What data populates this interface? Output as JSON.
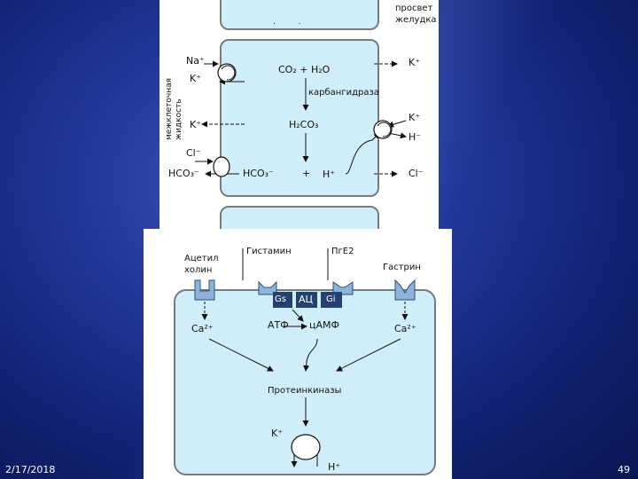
{
  "slide": {
    "date": "2/17/2018",
    "page_number": "49"
  },
  "top": {
    "lumen_line1": "просвет",
    "lumen_line2": "желудка",
    "interstitial_line1": "межклеточная",
    "interstitial_line2": "жидкость",
    "na_left": "Na⁺",
    "k_left_1": "K⁺",
    "k_left_2": "K⁺",
    "cl_left": "Cl⁻",
    "hco3_left": "HCO₃⁻",
    "co2_h2o": "CO₂ + H₂O",
    "carbonic_anhydrase": "карбангидраза",
    "h2co3": "H₂CO₃",
    "hco3_center": "HCO₃⁻",
    "plus": "+",
    "h_center": "H⁺",
    "k_right_1": "K⁺",
    "k_right_2": "K⁺",
    "h_right": "H⁻",
    "cl_right": "Cl⁻"
  },
  "bottom": {
    "acetylcholine_line1": "Ацетил",
    "acetylcholine_line2": "холин",
    "histamine": "Гистамин",
    "pge2": "ПгЕ2",
    "gastrin": "Гастрин",
    "gs": "Gs",
    "ac": "АЦ",
    "gi": "Gi",
    "ca_left": "Ca²⁺",
    "atp": "АТФ",
    "camp": "цАМФ",
    "ca_right": "Ca²⁺",
    "protein_kinases": "Протеинкиназы",
    "k_bottom": "K⁺",
    "h_bottom": "H⁺"
  }
}
